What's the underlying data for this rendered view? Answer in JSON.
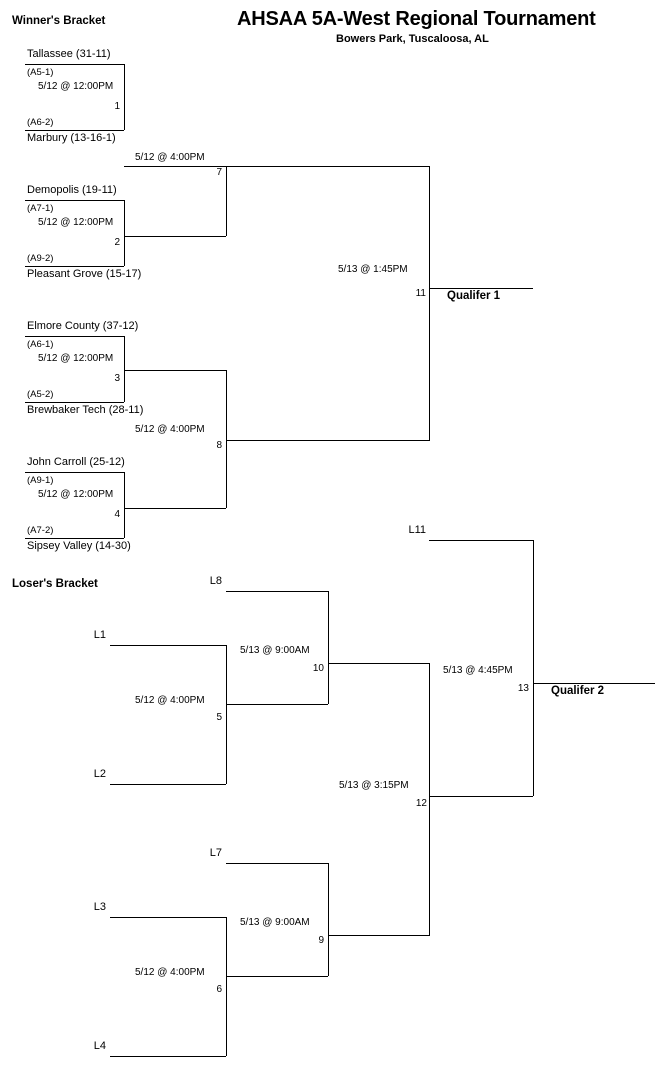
{
  "header": {
    "title": "AHSAA 5A-West Regional Tournament",
    "subtitle": "Bowers Park, Tuscaloosa, AL"
  },
  "sections": {
    "winners_bracket": "Winner's Bracket",
    "losers_bracket": "Loser's Bracket"
  },
  "winners": {
    "game1": {
      "top_team": "Tallassee (31-11)",
      "top_seed": "(A5-1)",
      "bottom_seed": "(A6-2)",
      "bottom_team": "Marbury (13-16-1)",
      "time": "5/12 @ 12:00PM",
      "number": "1"
    },
    "game2": {
      "top_team": "Demopolis (19-11)",
      "top_seed": "(A7-1)",
      "bottom_seed": "(A9-2)",
      "bottom_team": "Pleasant Grove (15-17)",
      "time": "5/12 @ 12:00PM",
      "number": "2"
    },
    "game3": {
      "top_team": "Elmore County (37-12)",
      "top_seed": "(A6-1)",
      "bottom_seed": "(A5-2)",
      "bottom_team": "Brewbaker Tech (28-11)",
      "time": "5/12 @ 12:00PM",
      "number": "3"
    },
    "game4": {
      "top_team": "John Carroll (25-12)",
      "top_seed": "(A9-1)",
      "bottom_seed": "(A7-2)",
      "bottom_team": "Sipsey Valley (14-30)",
      "time": "5/12 @ 12:00PM",
      "number": "4"
    },
    "game7": {
      "time": "5/12 @ 4:00PM",
      "number": "7"
    },
    "game8": {
      "time": "5/12 @ 4:00PM",
      "number": "8"
    },
    "game11": {
      "time": "5/13 @ 1:45PM",
      "number": "11",
      "winner_label": "Qualifer 1"
    }
  },
  "losers": {
    "game5": {
      "top_team": "L1",
      "bottom_team": "L2",
      "time": "5/12 @ 4:00PM",
      "number": "5"
    },
    "game6": {
      "top_team": "L3",
      "bottom_team": "L4",
      "time": "5/12 @ 4:00PM",
      "number": "6"
    },
    "game10": {
      "top_team": "L8",
      "time": "5/13 @ 9:00AM",
      "number": "10"
    },
    "game9": {
      "top_team": "L7",
      "time": "5/13 @ 9:00AM",
      "number": "9"
    },
    "game12": {
      "time": "5/13 @ 3:15PM",
      "number": "12"
    },
    "game13": {
      "top_team": "L11",
      "time": "5/13 @ 4:45PM",
      "number": "13",
      "winner_label": "Qualifer 2"
    }
  }
}
